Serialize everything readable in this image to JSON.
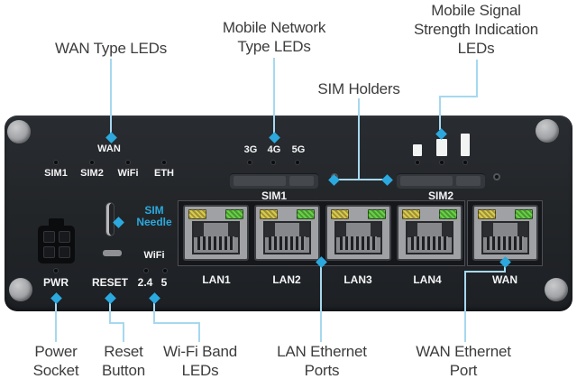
{
  "colors": {
    "accent": "#2ba9de",
    "leader_line": "#a6d8ee",
    "label_text": "#3c3c3c",
    "device_body": "#23262a",
    "port_frame": "#9fa1a4",
    "led_yellow": "#d9ca4e",
    "led_green": "#68d147"
  },
  "annotations": {
    "wan_type": {
      "label": "WAN Type LEDs"
    },
    "mobile_network": {
      "line1": "Mobile Network",
      "line2": "Type LEDs"
    },
    "mobile_signal": {
      "line1": "Mobile Signal",
      "line2": "Strength Indication",
      "line3": "LEDs"
    },
    "sim_holders": {
      "label": "SIM Holders"
    },
    "sim_needle": {
      "line1": "SIM",
      "line2": "Needle"
    },
    "power_socket": {
      "line1": "Power",
      "line2": "Socket"
    },
    "reset_button": {
      "line1": "Reset",
      "line2": "Button"
    },
    "wifi_band": {
      "line1": "Wi-Fi Band",
      "line2": "LEDs"
    },
    "lan_ports": {
      "line1": "LAN Ethernet",
      "line2": "Ports"
    },
    "wan_port": {
      "line1": "WAN Ethernet",
      "line2": "Port"
    }
  },
  "device": {
    "wan_group_label": "WAN",
    "wan_type_leds": [
      "SIM1",
      "SIM2",
      "WiFi",
      "ETH"
    ],
    "network_type_leds": [
      "3G",
      "4G",
      "5G"
    ],
    "sim_slot_labels": [
      "SIM1",
      "SIM2"
    ],
    "pwr_label": "PWR",
    "reset_label": "RESET",
    "wifi_group_label": "WiFi",
    "wifi_band_leds": [
      "2.4",
      "5"
    ],
    "lan_port_labels": [
      "LAN1",
      "LAN2",
      "LAN3",
      "LAN4"
    ],
    "wan_port_label": "WAN"
  }
}
